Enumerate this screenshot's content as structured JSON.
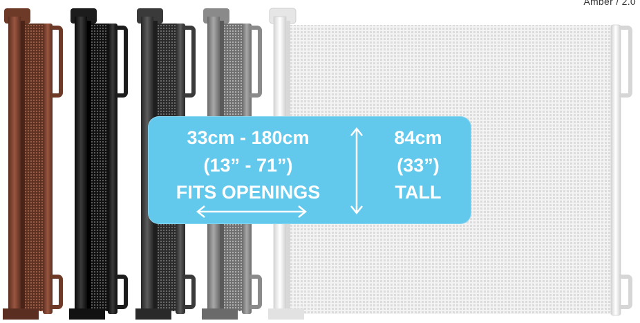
{
  "product": {
    "corner_text": "Amber / 2.0",
    "gate_colors": [
      "#8a4a34",
      "#1a1a1a",
      "#3f3f3f",
      "#8a8a8a",
      "#efefef"
    ],
    "gate_color_names": [
      "brown",
      "black",
      "dark-grey",
      "grey",
      "white"
    ]
  },
  "info_panel": {
    "background": "#62c8ec",
    "width_range": "33cm - 180cm",
    "width_range_inches": "(13” - 71”)",
    "width_caption": "FITS OPENINGS",
    "height": "84cm",
    "height_inches": "(33”)",
    "height_caption": "TALL"
  },
  "icons": {
    "width_arrow": "double-arrow-horizontal-icon",
    "height_arrow": "double-arrow-vertical-icon"
  }
}
